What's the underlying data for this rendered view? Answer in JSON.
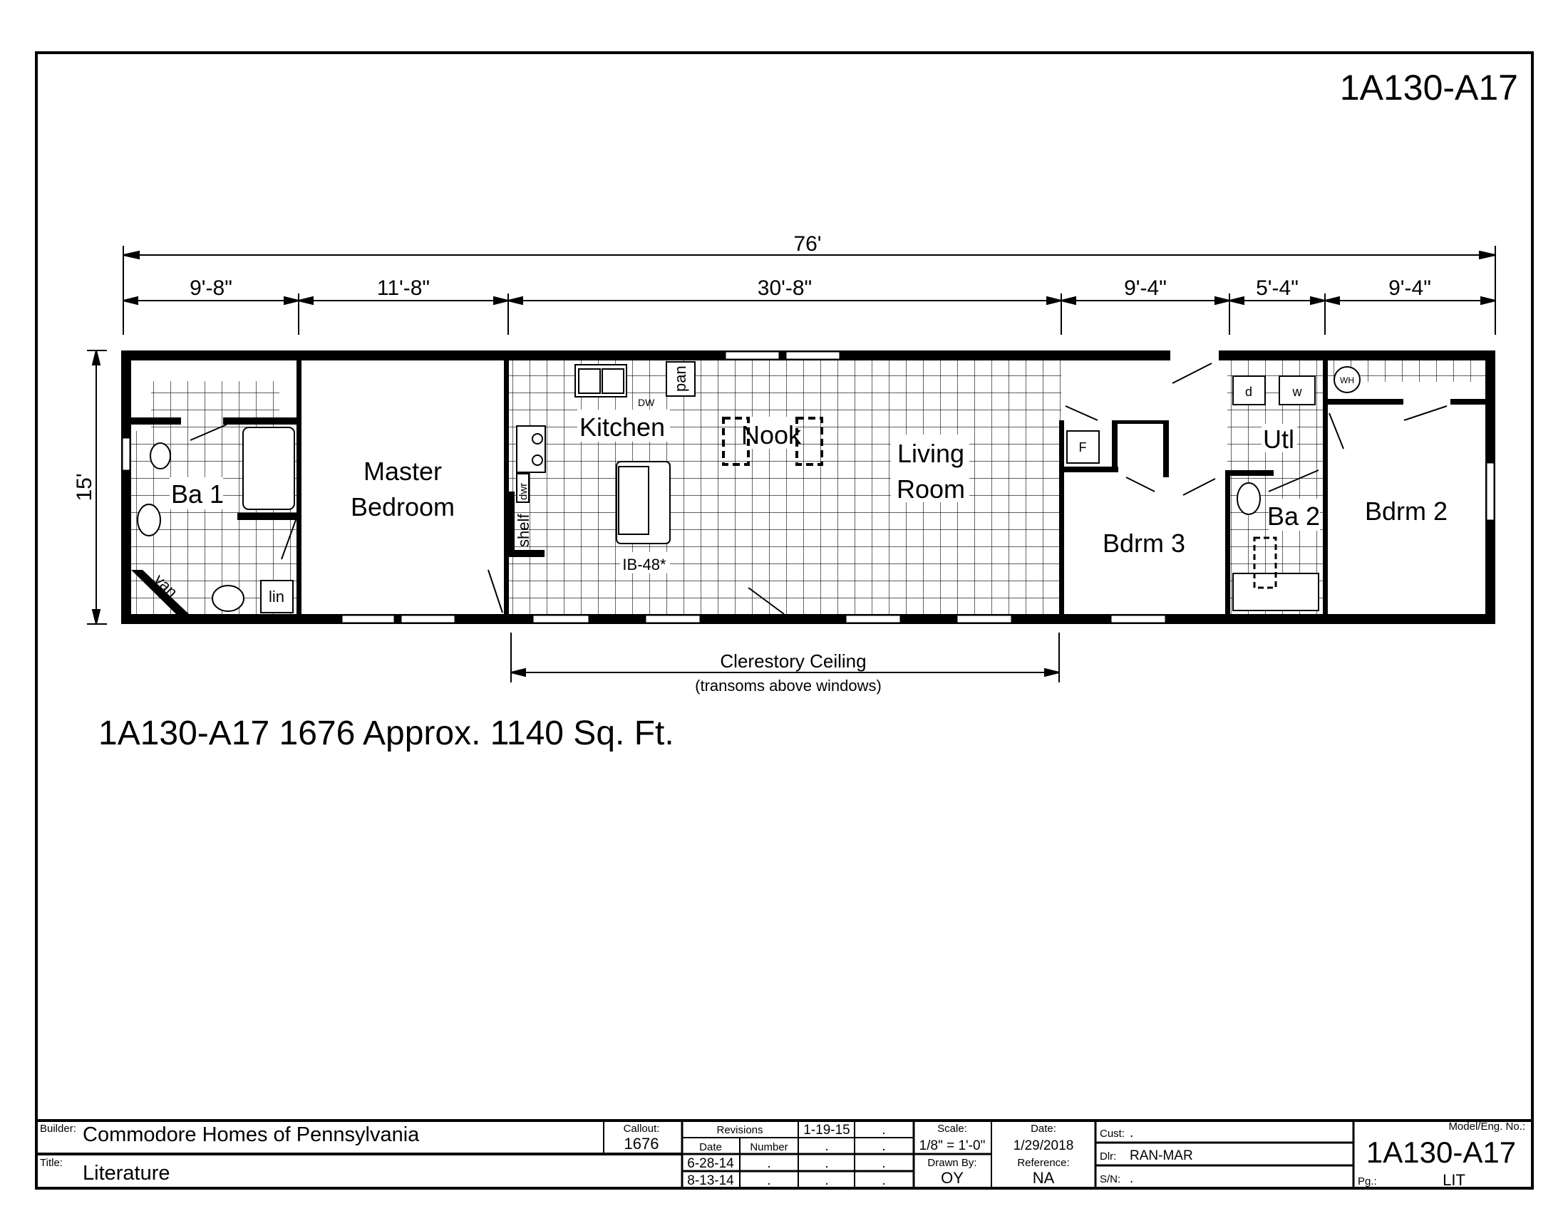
{
  "sheet": {
    "model_header": "1A130-A17",
    "summary": "1A130-A17 1676  Approx. 1140 Sq. Ft."
  },
  "dimensions": {
    "overall_length": "76'",
    "overall_width": "15'",
    "segments": [
      "9'-8\"",
      "11'-8\"",
      "30'-8\"",
      "9'-4\"",
      "5'-4\"",
      "9'-4\""
    ]
  },
  "rooms": {
    "ba1": "Ba 1",
    "master_1": "Master",
    "master_2": "Bedroom",
    "kitchen": "Kitchen",
    "nook": "Nook",
    "living_1": "Living",
    "living_2": "Room",
    "bdrm3": "Bdrm 3",
    "utl": "Utl",
    "ba2": "Ba 2",
    "bdrm2": "Bdrm 2"
  },
  "fixtures": {
    "van": "van",
    "lin": "lin",
    "pan": "pan",
    "dw": "DW",
    "dwr": "dwr",
    "shelf": "shelf",
    "island": "IB-48*",
    "furnace": "F",
    "dryer": "d",
    "washer": "w",
    "water_heater": "WH"
  },
  "annotations": {
    "clerestory": "Clerestory Ceiling",
    "clerestory_note": "(transoms above windows)"
  },
  "title_block": {
    "builder_label": "Builder:",
    "builder": "Commodore Homes of Pennsylvania",
    "title_label": "Title:",
    "title": "Literature",
    "callout_label": "Callout:",
    "callout": "1676",
    "revisions_label": "Revisions",
    "rev_date_label": "Date",
    "rev_number_label": "Number",
    "revisions": [
      [
        "1-19-15",
        "."
      ],
      [
        ".",
        "."
      ],
      [
        "6-28-14",
        ".",
        ".",
        "."
      ],
      [
        "8-13-14",
        ".",
        ".",
        "."
      ]
    ],
    "scale_label": "Scale:",
    "scale": "1/8\" = 1'-0\"",
    "date_label": "Date:",
    "date": "1/29/2018",
    "drawn_by_label": "Drawn By:",
    "drawn_by": "OY",
    "reference_label": "Reference:",
    "reference": "NA",
    "cust_label": "Cust:",
    "cust": ".",
    "dlr_label": "Dlr:",
    "dlr": "RAN-MAR",
    "sn_label": "S/N:",
    "sn": ".",
    "model_label": "Model/Eng. No.:",
    "model": "1A130-A17",
    "pg_label": "Pg.:",
    "pg": "LIT"
  }
}
